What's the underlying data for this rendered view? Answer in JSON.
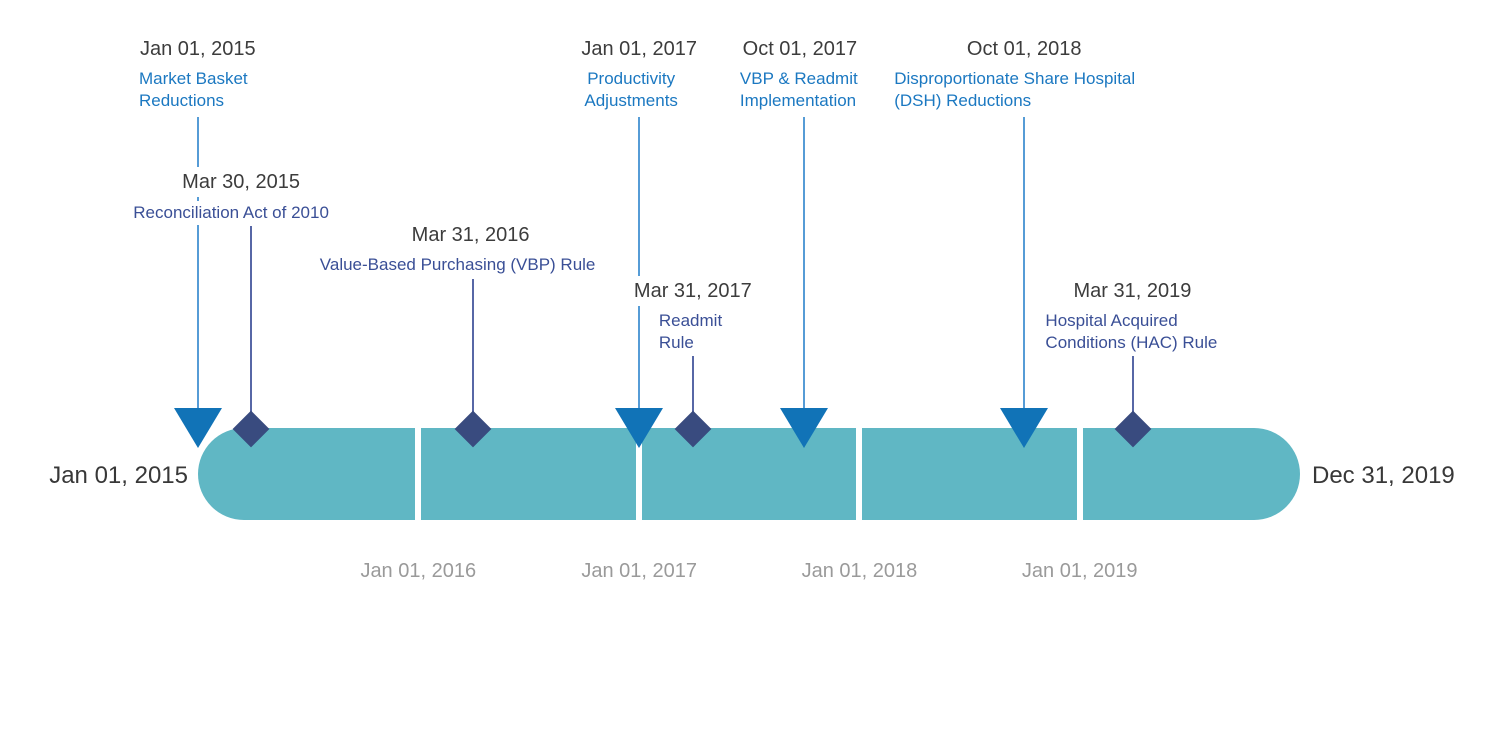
{
  "timeline": {
    "start_label": "Jan 01, 2015",
    "end_label": "Dec 31, 2019",
    "axis_ticks": [
      "Jan 01, 2016",
      "Jan 01, 2017",
      "Jan 01, 2018",
      "Jan 01, 2019"
    ],
    "events": [
      {
        "date": "Jan 01, 2015",
        "label": "Market Basket\nReductions",
        "marker": "arrow"
      },
      {
        "date": "Mar 30, 2015",
        "label": "Reconciliation Act of 2010",
        "marker": "diamond"
      },
      {
        "date": "Mar 31, 2016",
        "label": "Value-Based Purchasing (VBP) Rule",
        "marker": "diamond"
      },
      {
        "date": "Jan 01, 2017",
        "label": "Productivity\nAdjustments",
        "marker": "arrow"
      },
      {
        "date": "Mar 31, 2017",
        "label": "Readmit\nRule",
        "marker": "diamond"
      },
      {
        "date": "Oct 01, 2017",
        "label": "VBP & Readmit\nImplementation",
        "marker": "arrow"
      },
      {
        "date": "Oct 01, 2018",
        "label": "Disproportionate Share Hospital\n(DSH) Reductions",
        "marker": "arrow"
      },
      {
        "date": "Mar 31, 2019",
        "label": "Hospital Acquired\nConditions (HAC) Rule",
        "marker": "diamond"
      }
    ],
    "colors": {
      "bar": "#60B7C4",
      "segment_gap": "#FFFFFF",
      "arrow_marker": "#1173B7",
      "diamond_marker": "#394B7F",
      "arrow_line": "#569CD6",
      "diamond_line": "#5767A6",
      "arrow_label_text": "#1B78C1",
      "diamond_label_text": "#3A4F96",
      "date_text": "#3C3C3C",
      "endpoint_text": "#383838",
      "axis_text": "#9A9A9A",
      "background": "#FFFFFF"
    }
  }
}
